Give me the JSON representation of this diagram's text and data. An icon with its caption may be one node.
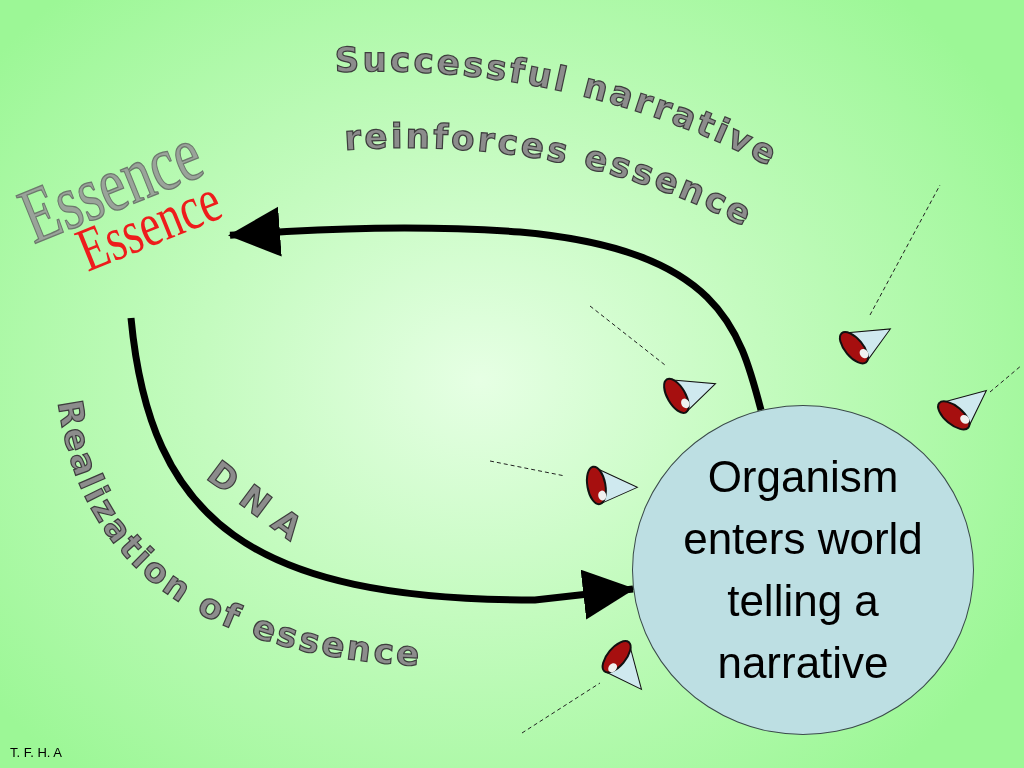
{
  "diagram": {
    "nodes": [
      {
        "text": [
          "Essence",
          "Essence"
        ]
      },
      {
        "text": [
          "Organism enters world telling a narrative"
        ]
      }
    ],
    "edges": [
      {
        "from": 0,
        "to": 1,
        "arrow": "to",
        "label": "D N A"
      },
      {
        "from": 1,
        "to": 0,
        "arrow": "to"
      }
    ],
    "labels": [
      "Successful narrative reinforces essence",
      "Realization of essence",
      "T. F. H. A"
    ]
  }
}
